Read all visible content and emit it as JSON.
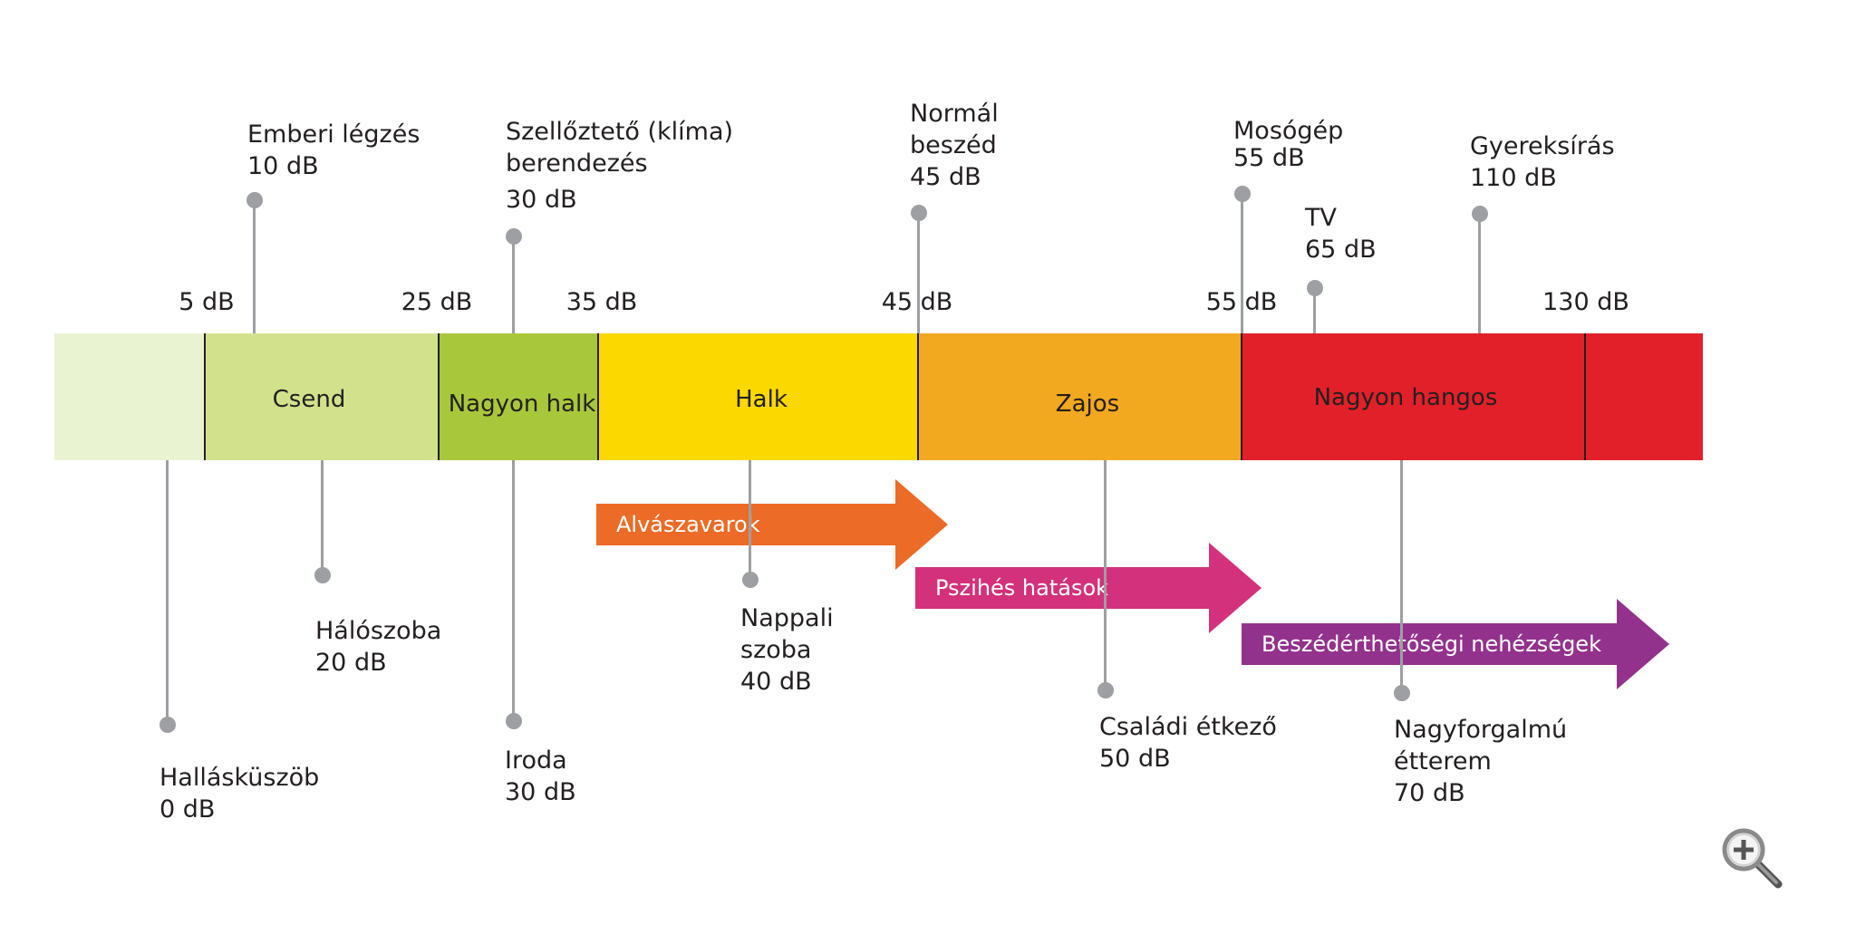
{
  "segments": [
    {
      "id": "hearing",
      "label": "",
      "color": "#eaf3d1"
    },
    {
      "id": "csend",
      "label": "Csend",
      "color": "#d2e28c"
    },
    {
      "id": "nagyon-halk",
      "label": "Nagyon halk",
      "color": "#a9c73a"
    },
    {
      "id": "halk",
      "label": "Halk",
      "color": "#fbd800"
    },
    {
      "id": "zajos",
      "label": "Zajos",
      "color": "#f2a81f"
    },
    {
      "id": "nagyon-hangos",
      "label": "Nagyon hangos",
      "color": "#e22029"
    }
  ],
  "ticks": [
    "5 dB",
    "25 dB",
    "35 dB",
    "45 dB",
    "55 dB",
    "130 dB"
  ],
  "above": {
    "legzes": {
      "name": "Emberi légzés",
      "value": "10 dB"
    },
    "klima": {
      "name_line1": "Szellőztető (klíma)",
      "name_line2": "berendezés",
      "value": "30 dB"
    },
    "beszed": {
      "name_line1": "Normál",
      "name_line2": "beszéd",
      "value": "45 dB"
    },
    "mosogep": {
      "name": "Mosógép",
      "value": "55 dB"
    },
    "tv": {
      "name": "TV",
      "value": "65 dB"
    },
    "gyereksiras": {
      "name": "Gyereksírás",
      "value": "110 dB"
    }
  },
  "below": {
    "hallaskuszob": {
      "name": "Hallásküszöb",
      "value": "0 dB"
    },
    "haloszoba": {
      "name": "Hálószoba",
      "value": "20 dB"
    },
    "iroda": {
      "name": "Iroda",
      "value": "30 dB"
    },
    "nappali": {
      "name_line1": "Nappali",
      "name_line2": "szoba",
      "value": "40 dB"
    },
    "etkezo": {
      "name": "Családi étkező",
      "value": "50 dB"
    },
    "etterem": {
      "name_line1": "Nagyforgalmú",
      "name_line2": "étterem",
      "value": "70 dB"
    }
  },
  "effects": [
    {
      "label": "Alvászavarok",
      "color": "#ec6b26"
    },
    {
      "label": "Pszihés hatások",
      "color": "#d3317b"
    },
    {
      "label": "Beszédérthetőségi nehézségek",
      "color": "#93328c"
    }
  ],
  "icons": {
    "zoom": "zoom-in-icon"
  }
}
